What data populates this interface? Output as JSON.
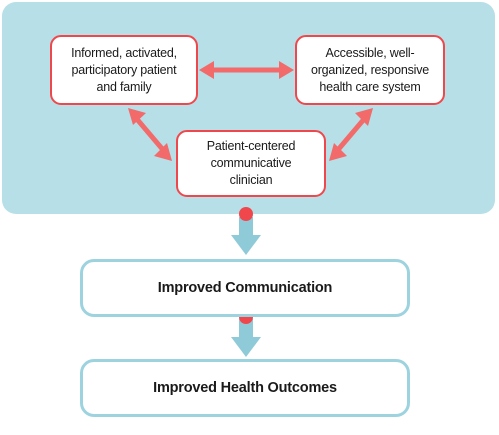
{
  "diagram": {
    "nodes": {
      "patient": "Informed, activated,\nparticipatory patient\nand family",
      "system": "Accessible, well-\norganized, responsive\nhealth care system",
      "clinician": "Patient-centered\ncommunicative\nclinician"
    },
    "outcomes": {
      "communication": "Improved Communication",
      "health": "Improved Health Outcomes"
    }
  },
  "colors": {
    "panel": "#b7dfe7",
    "node_border": "#f0474c",
    "arrow_red": "#f26a6a",
    "arrow_blue": "#8fcad8",
    "outcome_border": "#9dd3df"
  }
}
